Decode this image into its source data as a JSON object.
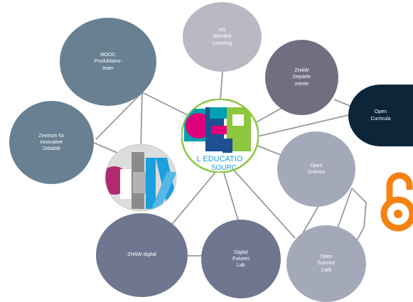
{
  "nodes": {
    "mooc": "MOOC\nProduktions-\nteam",
    "zentrum": "Zentrum für\ninnovative\nDidaktik",
    "ag": "AG\nBlended\nLearning",
    "departemente": "ZHAW\nDeparte\nmente",
    "open_curricula": "Open\nCurricula",
    "open_science": "Open\nScience",
    "zhaw_digital": "ZHAW digital",
    "digital_futures": "Digital\nFutures\nLab",
    "open_science_cafe": "Open\nScience\nCafé"
  },
  "logos": {
    "oer_text_line1": "L EDUCATIO",
    "oer_text_line2": "SOURC",
    "oer_letters": "OER",
    "edx_text": "edX",
    "open_access_icon": "open-access-lock-icon"
  },
  "colors": {
    "edge": "#999999",
    "oer_magenta": "#e0007a",
    "oer_teal": "#00a0b0",
    "oer_green": "#8dc63f",
    "oer_blue": "#1d4f91",
    "edx_blue": "#1aa0dc",
    "open_access_orange": "#f68212"
  }
}
